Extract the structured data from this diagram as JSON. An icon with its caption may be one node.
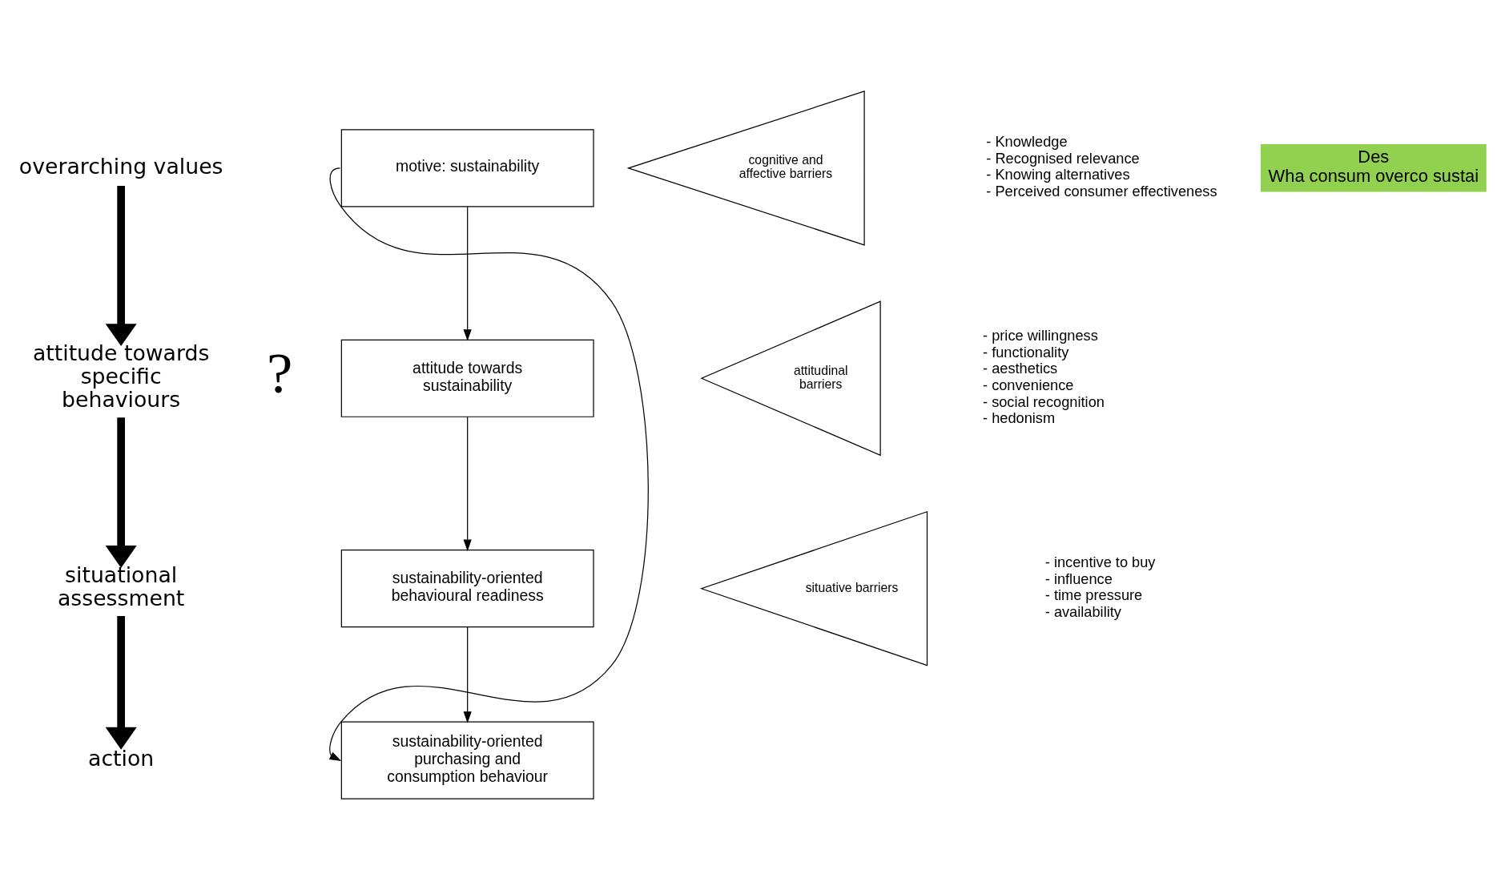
{
  "diagram": {
    "nodes": [
      {
        "text": [
          "overarching values"
        ]
      },
      {
        "text": [
          "attitude towards specific behaviours"
        ]
      },
      {
        "text": [
          "situational assessment"
        ]
      },
      {
        "text": [
          "action"
        ]
      },
      {
        "text": [
          "motive: sustainability"
        ]
      },
      {
        "text": [
          "attitude towards sustainability"
        ]
      },
      {
        "text": [
          "sustainability-oriented behavioural readiness"
        ]
      },
      {
        "text": [
          "sustainability-oriented purchasing and consumption behaviour"
        ]
      },
      {
        "text": [
          "cognitive and affective barriers"
        ],
        "beside": [
          "- Knowledge",
          "- Recognised relevance",
          "- Knowing alternatives",
          "- Perceived consumer effectiveness"
        ]
      },
      {
        "text": [
          "attitudinal barriers"
        ],
        "beside": [
          "- price willingness",
          "- functionality",
          "- aesthetics",
          "- convenience",
          "- social recognition",
          "- hedonism"
        ]
      },
      {
        "text": [
          "situative barriers"
        ],
        "beside": [
          "- incentive to buy",
          "- influence",
          "- time pressure",
          "- availability"
        ]
      },
      {
        "text": [
          "Des",
          "Wha consum overco sustai"
        ]
      }
    ],
    "edges": [
      {
        "from": 0,
        "to": 1,
        "arrow": "to",
        "style": "thick"
      },
      {
        "from": 1,
        "to": 2,
        "arrow": "to",
        "style": "thick"
      },
      {
        "from": 2,
        "to": 3,
        "arrow": "to",
        "style": "thick"
      },
      {
        "from": 4,
        "to": 5,
        "arrow": "to"
      },
      {
        "from": 5,
        "to": 6,
        "arrow": "to"
      },
      {
        "from": 6,
        "to": 7,
        "arrow": "to"
      },
      {
        "from": 4,
        "to": 7,
        "arrow": "to"
      }
    ],
    "labels": [
      "?"
    ]
  }
}
